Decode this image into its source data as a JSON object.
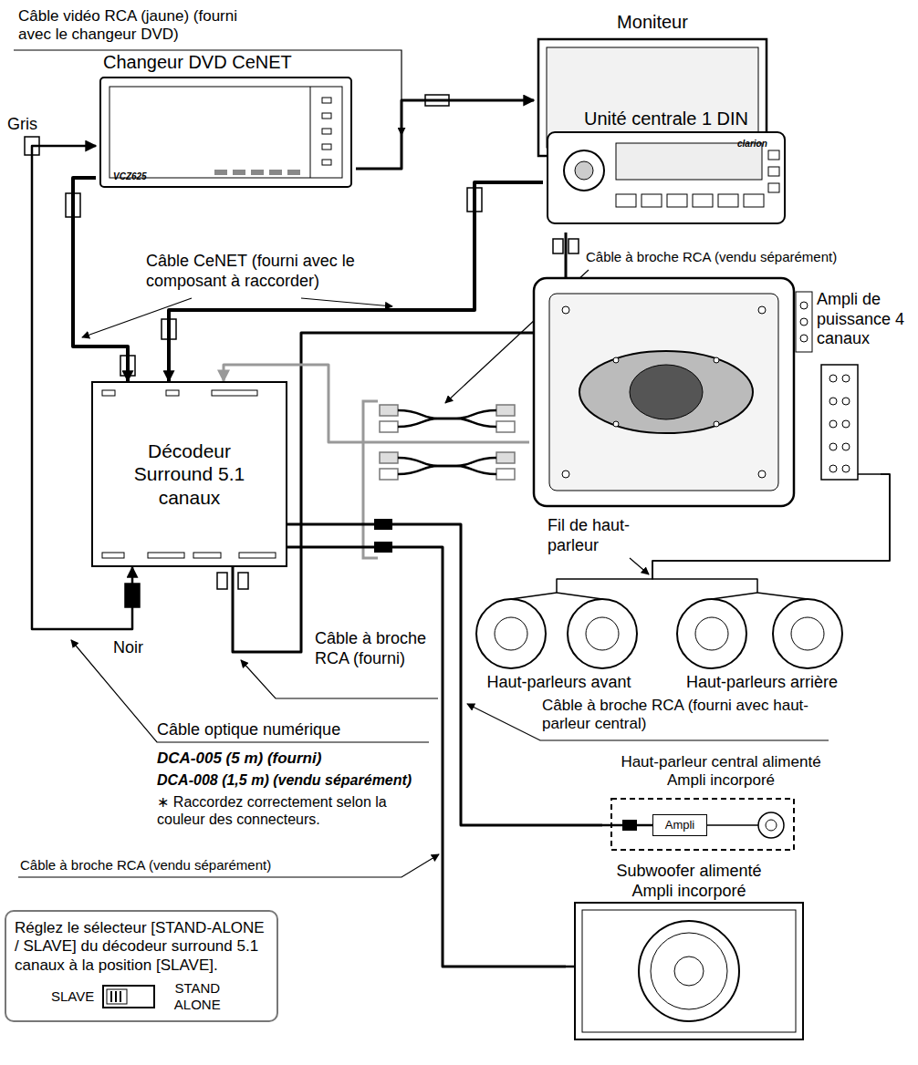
{
  "diagram": {
    "nodes": [
      {
        "text": [
          "Moniteur"
        ]
      },
      {
        "text": [
          "Changeur DVD CeNET"
        ]
      },
      {
        "text": [
          "Unité centrale 1 DIN"
        ]
      },
      {
        "text": [
          "Décodeur Surround 5.1 canaux"
        ]
      },
      {
        "text": [
          "Ampli de puissance 4 canaux"
        ]
      },
      {
        "text": [
          "Haut-parleurs avant"
        ]
      },
      {
        "text": [
          "Haut-parleurs arrière"
        ]
      },
      {
        "text": [
          "Haut-parleur central alimenté Ampli incorporé"
        ]
      },
      {
        "text": [
          "Ampli"
        ],
        "in": 7
      },
      {
        "text": [
          "Subwoofer alimenté Ampli incorporé"
        ]
      },
      {
        "text": [
          "Réglez le sélecteur [STAND-ALONE / SLAVE] du décodeur surround 5.1 canaux à la position [SLAVE].",
          "SLAVE",
          "STAND ALONE"
        ]
      }
    ],
    "edges": [
      {
        "from": 1,
        "to": 0,
        "arrow": "to"
      },
      {
        "from": 1,
        "to": 3,
        "arrow": "to"
      },
      {
        "from": 2,
        "to": 3,
        "arrow": "to"
      },
      {
        "from": 1,
        "to": 3,
        "arrow": "both"
      },
      {
        "from": 3,
        "to": 2,
        "arrow": "none"
      },
      {
        "from": 4,
        "to": 3,
        "arrow": "to"
      },
      {
        "from": 3,
        "to": 7,
        "arrow": "none"
      },
      {
        "from": 3,
        "to": 9,
        "arrow": "none"
      },
      {
        "from": 4,
        "to": 5,
        "arrow": "none"
      },
      {
        "from": 4,
        "to": 6,
        "arrow": "none"
      }
    ],
    "labels": [
      "Câble vidéo RCA (jaune) (fourni avec le changeur DVD)",
      "Gris",
      "VCZ625",
      "clarion",
      "Câble CeNET (fourni avec le composant à raccorder)",
      "Câble à broche RCA (vendu séparément)",
      "Fil de haut-parleur",
      "Noir",
      "Câble à broche RCA (fourni)",
      "Câble optique numérique",
      "DCA-005 (5 m) (fourni)",
      "DCA-008 (1,5 m) (vendu séparément)",
      "∗ Raccordez correctement selon la couleur des connecteurs.",
      "Câble à broche RCA (fourni avec haut-parleur central)",
      "Câble à broche RCA (vendu séparément)"
    ]
  }
}
